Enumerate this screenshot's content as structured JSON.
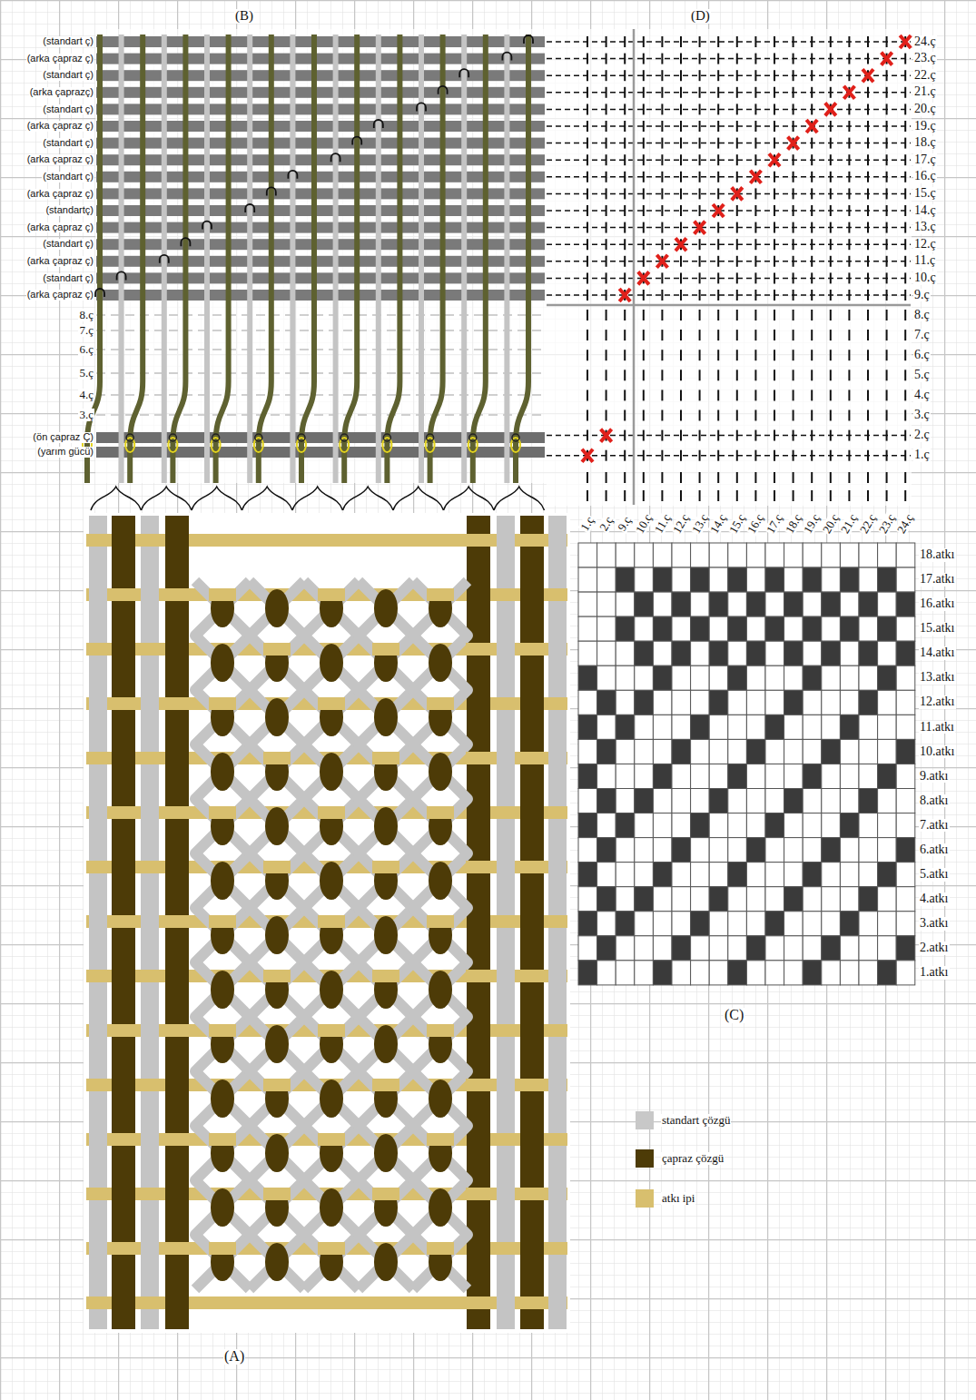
{
  "diagram": {
    "labels": [
      "(B)",
      "(standart ç)",
      "(arka çapraz ç)",
      "(standart ç)",
      "(arka çaprazç)",
      "(standart ç)",
      "(arka çapraz ç)",
      "(standart ç)",
      "(arka çapraz ç)",
      "(standart ç)",
      "(arka çapraz ç)",
      "(standartç)",
      "(arka çapraz ç)",
      "(standart ç)",
      "(arka çapraz ç)",
      "(standart ç)",
      "(arka çapraz ç)",
      "8.ç",
      "7.ç",
      "6.ç",
      "5.ç",
      "4.ç",
      "3.ç",
      "(ön çapraz Ç)",
      "(yarım gücü)",
      "(D)",
      "24.ç",
      "23.ç",
      "22.ç",
      "21.ç",
      "20.ç",
      "19.ç",
      "18.ç",
      "17.ç",
      "16.ç",
      "15.ç",
      "14.ç",
      "13.ç",
      "12.ç",
      "11.ç",
      "10.ç",
      "9.ç",
      "8.ç",
      "7.ç",
      "6.ç",
      "5.ç",
      "4.ç",
      "3.ç",
      "2.ç",
      "1.ç",
      "1.ç",
      "2.ç",
      "9.ç",
      "10.ç",
      "11.ç",
      "12.ç",
      "13.ç",
      "14.ç",
      "15.ç",
      "16.ç",
      "17.ç",
      "18.ç",
      "19.ç",
      "20.ç",
      "21.ç",
      "22.ç",
      "23.ç",
      "24.ç",
      "18.atkı",
      "17.atkı",
      "16.atkı",
      "15.atkı",
      "14.atkı",
      "13.atkı",
      "12.atkı",
      "11.atkı",
      "10.atkı",
      "9.atkı",
      "8.atkı",
      "7.atkı",
      "6.atkı",
      "5.atkı",
      "4.atkı",
      "3.atkı",
      "2.atkı",
      "1.atkı",
      "(C)",
      "(A)"
    ],
    "legend": [
      {
        "text": "standart çözgü",
        "color": "#c8c8c8"
      },
      {
        "text": "çapraz çözgü",
        "color": "#4d3b07"
      },
      {
        "text": "atkı ipi",
        "color": "#d8bf6e"
      }
    ]
  }
}
